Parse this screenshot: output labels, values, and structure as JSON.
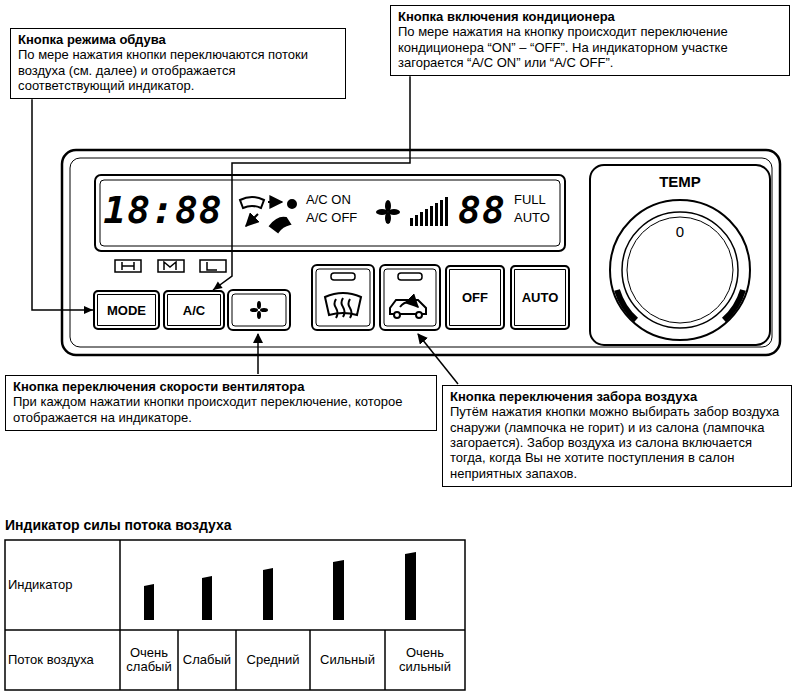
{
  "diagram": {
    "nodes": [
      {
        "text": [
          "Кнопка режима обдува",
          "По мере нажатия кнопки переключаются потоки воздуха (см. далее) и отображается соответствующий индикатор."
        ]
      },
      {
        "text": [
          "Кнопка включения кондиционера",
          "По мере нажатия на кнопку происходит переключение кондиционера “ON” – “OFF”. На индикаторном участке загорается “A/C ON” или “A/C OFF”."
        ]
      },
      {
        "text": [
          "MODE"
        ]
      },
      {
        "text": [
          "A/C"
        ]
      },
      {
        "text": [
          "OFF"
        ]
      },
      {
        "text": [
          "AUTO"
        ]
      },
      {
        "text": [
          "Кнопка переключения скорости вентилятора",
          "При каждом нажатии кнопки происходит переключение, которое отображается на индикаторе."
        ]
      },
      {
        "text": [
          "Кнопка переключения забора воздуха",
          "Путём нажатия кнопки можно выбирать забор воздуха снаружи (лампочка не горит) и из салона (лампочка загорается). Забор воздуха из салона включается тогда, когда Вы не хотите поступления в салон неприятных запахов."
        ]
      }
    ],
    "edges": [
      {
        "from": 0,
        "to": 2,
        "arrow": "to"
      },
      {
        "from": 1,
        "to": 3,
        "arrow": "to"
      }
    ],
    "labels": [
      "18:88",
      "A/C ON",
      "A/C OFF",
      "88",
      "FULL",
      "AUTO",
      "TEMP",
      "0",
      "Индикатор силы потока воздуха",
      "Индикатор",
      "Поток воздуха",
      "Очень слабый",
      "Слабый",
      "Средний",
      "Сильный",
      "Очень сильный"
    ]
  }
}
